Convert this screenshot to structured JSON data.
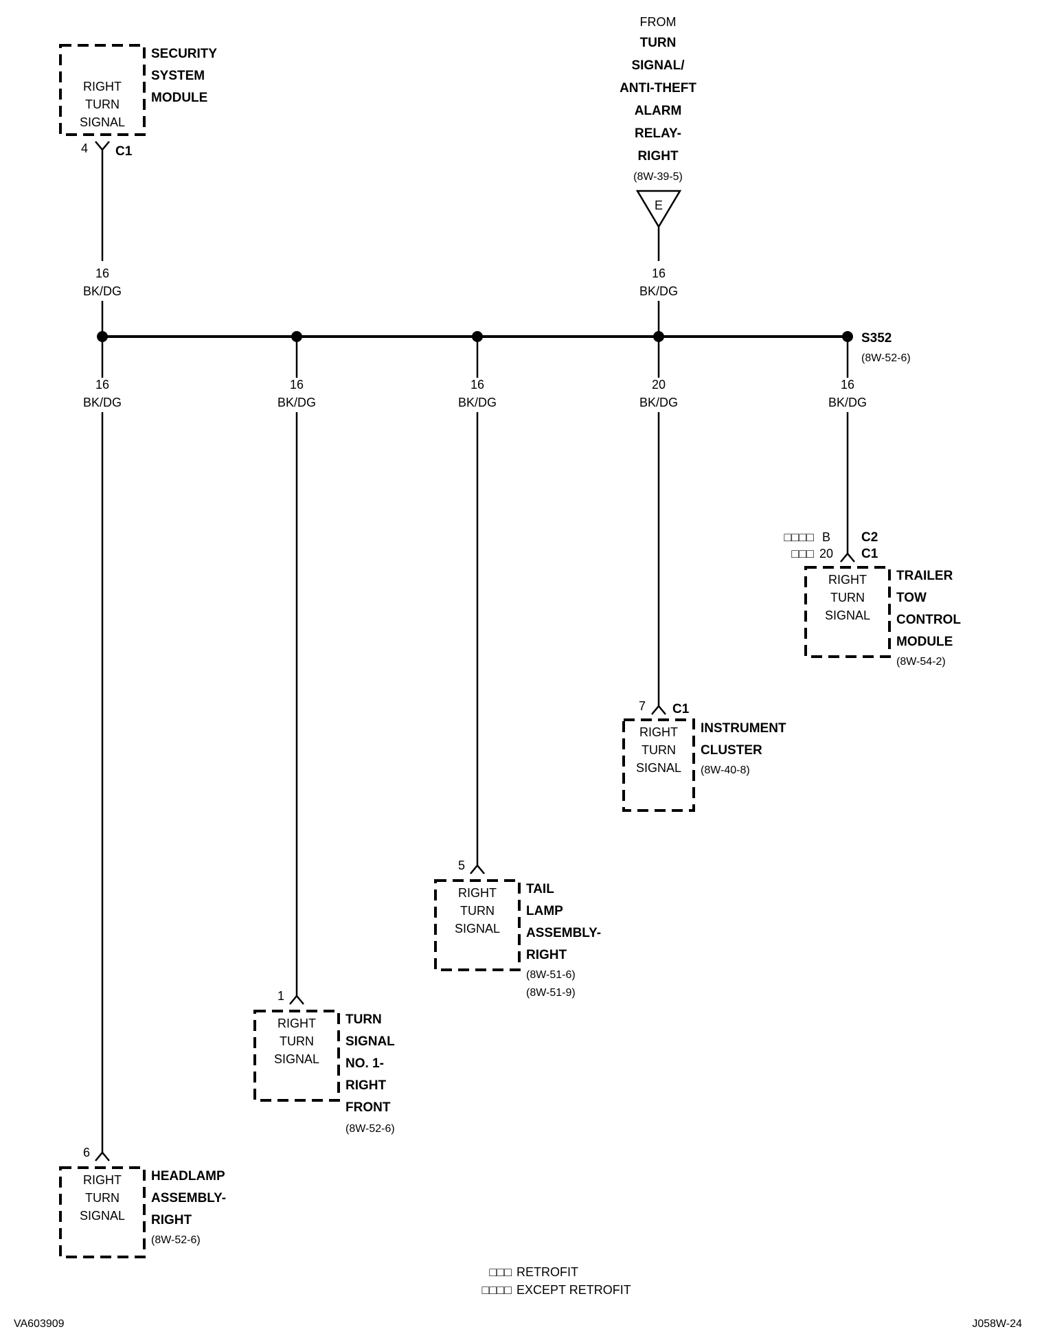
{
  "source": {
    "from": "FROM",
    "name_lines": [
      "TURN",
      "SIGNAL/",
      "ANTI-THEFT",
      "ALARM",
      "RELAY-",
      "RIGHT"
    ],
    "ref": "(8W-39-5)",
    "connector_letter": "E",
    "wire_gauge": "16",
    "wire_color": "BK/DG"
  },
  "splice": {
    "id": "S352",
    "ref": "(8W-52-6)"
  },
  "security_module": {
    "box_lines": [
      "RIGHT",
      "TURN",
      "SIGNAL"
    ],
    "name_lines": [
      "SECURITY",
      "SYSTEM",
      "MODULE"
    ],
    "pin": "4",
    "connector": "C1",
    "wire_gauge": "16",
    "wire_color": "BK/DG"
  },
  "branches": [
    {
      "gauge": "16",
      "color": "BK/DG"
    },
    {
      "gauge": "16",
      "color": "BK/DG"
    },
    {
      "gauge": "16",
      "color": "BK/DG"
    },
    {
      "gauge": "20",
      "color": "BK/DG"
    },
    {
      "gauge": "16",
      "color": "BK/DG"
    }
  ],
  "trailer_module": {
    "pin_retrofit_marks": "□□□□",
    "pin_retrofit": "B",
    "pin_except_marks": "□□□",
    "pin_except": "20",
    "connector_c2": "C2",
    "connector_c1": "C1",
    "box_lines": [
      "RIGHT",
      "TURN",
      "SIGNAL"
    ],
    "name_lines": [
      "TRAILER",
      "TOW",
      "CONTROL",
      "MODULE"
    ],
    "ref": "(8W-54-2)"
  },
  "instrument_cluster": {
    "pin": "7",
    "connector": "C1",
    "box_lines": [
      "RIGHT",
      "TURN",
      "SIGNAL"
    ],
    "name_lines": [
      "INSTRUMENT",
      "CLUSTER"
    ],
    "ref": "(8W-40-8)"
  },
  "tail_lamp": {
    "pin": "5",
    "box_lines": [
      "RIGHT",
      "TURN",
      "SIGNAL"
    ],
    "name_lines": [
      "TAIL",
      "LAMP",
      "ASSEMBLY-",
      "RIGHT"
    ],
    "refs": [
      "(8W-51-6)",
      "(8W-51-9)"
    ]
  },
  "turn_signal_front": {
    "pin": "1",
    "box_lines": [
      "RIGHT",
      "TURN",
      "SIGNAL"
    ],
    "name_lines": [
      "TURN",
      "SIGNAL",
      "NO. 1-",
      "RIGHT",
      "FRONT"
    ],
    "ref": "(8W-52-6)"
  },
  "headlamp": {
    "pin": "6",
    "box_lines": [
      "RIGHT",
      "TURN",
      "SIGNAL"
    ],
    "name_lines": [
      "HEADLAMP",
      "ASSEMBLY-",
      "RIGHT"
    ],
    "ref": "(8W-52-6)"
  },
  "legend": [
    {
      "marks": "□□□",
      "text": "RETROFIT"
    },
    {
      "marks": "□□□□",
      "text": "EXCEPT RETROFIT"
    }
  ],
  "footer": {
    "left_code": "VA603909",
    "right_code": "J058W-24"
  }
}
